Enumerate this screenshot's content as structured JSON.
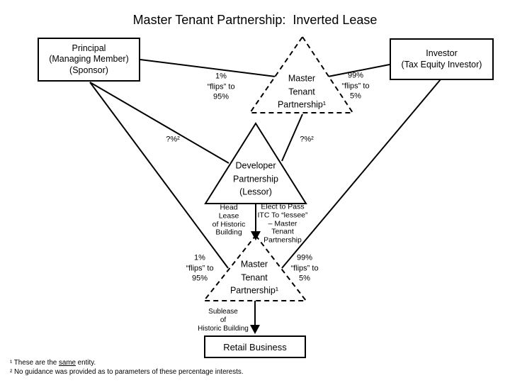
{
  "title": "Master Tenant Partnership:  Inverted Lease",
  "nodes": {
    "principal": {
      "label": "Principal\n(Managing Member)\n(Sponsor)"
    },
    "investor": {
      "label": "Investor\n(Tax Equity Investor)"
    },
    "master_tenant_top": {
      "label": "Master\nTenant\nPartnership¹"
    },
    "developer": {
      "label": "Developer\nPartnership\n(Lessor)"
    },
    "master_tenant_bottom": {
      "label": "Master\nTenant\nPartnership¹"
    },
    "retail": {
      "label": "Retail Business"
    }
  },
  "edge_labels": {
    "principal_interest_top": "1%\n“flips” to\n95%",
    "investor_interest_top": "99%\n“flips” to\n5%",
    "principal_developer_interest": "?%²",
    "mtp_developer_interest": "?%²",
    "head_lease": "Head\nLease\nof Historic\nBuilding",
    "elect_itc": "Elect to Pass\nITC To “lessee”\n– Master\nTenant\nPartnership",
    "principal_interest_bottom": "1%\n“flips” to\n95%",
    "investor_interest_bottom": "99%\n“flips” to\n5%",
    "sublease": "Sublease\nof\nHistoric Building"
  },
  "footnotes": {
    "f1_prefix": "¹ These are the ",
    "f1_underline": "same",
    "f1_suffix": " entity.",
    "f2": "² No guidance was provided as to parameters of these percentage interests."
  },
  "colors": {
    "stroke": "#000000",
    "background": "#ffffff",
    "text": "#000000"
  }
}
